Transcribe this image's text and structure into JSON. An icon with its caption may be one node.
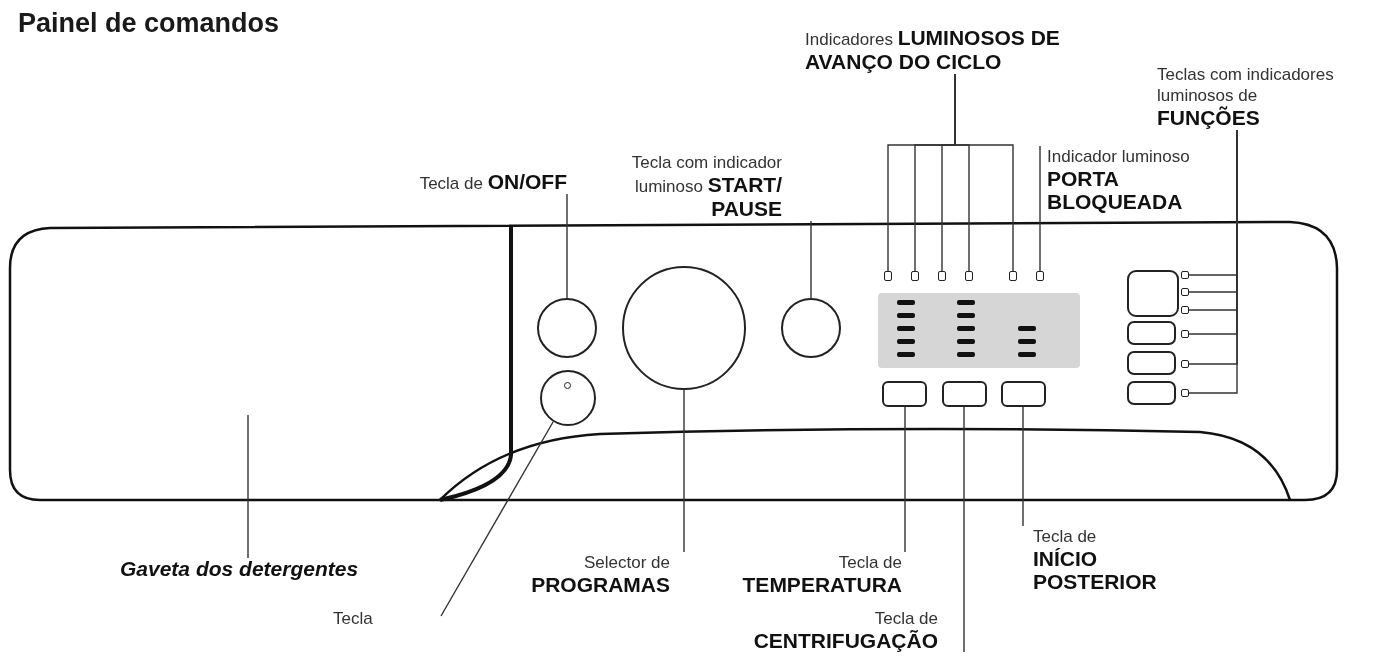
{
  "diagram": {
    "title": "Painel de comandos",
    "nodes": [
      {
        "text": [
          "Tecla de **ON/OFF**"
        ]
      },
      {
        "text": [
          "Tecla com indicador luminoso **START/ PAUSE**"
        ]
      },
      {
        "text": [
          "Indicadores **LUMINOSOS DE AVANÇO DO CICLO**"
        ]
      },
      {
        "text": [
          "Teclas com indicadores luminosos de **FUNÇÕES**"
        ]
      },
      {
        "text": [
          "Indicador luminoso **PORTA BLOQUEADA**"
        ]
      },
      {
        "text": [
          "Gaveta dos detergentes"
        ]
      },
      {
        "text": [
          "Tecla"
        ]
      },
      {
        "text": [
          "Selector de **PROGRAMAS**"
        ]
      },
      {
        "text": [
          "Tecla de **TEMPERATURA**"
        ]
      },
      {
        "text": [
          "Tecla de **CENTRIFUGAÇÃO**"
        ]
      },
      {
        "text": [
          "Tecla de **INÍCIO POSTERIOR**"
        ]
      },
      {
        "text": [],
        "shape": "circle"
      },
      {
        "text": [],
        "shape": "circle"
      },
      {
        "text": [],
        "shape": "circle"
      },
      {
        "text": [],
        "shape": "circle"
      },
      {
        "text": [],
        "shape": "box"
      },
      {
        "text": [],
        "shape": "box"
      },
      {
        "text": [],
        "shape": "box"
      },
      {
        "text": [],
        "shape": "box"
      },
      {
        "text": [],
        "shape": "box"
      },
      {
        "text": [],
        "shape": "box"
      },
      {
        "text": [],
        "shape": "box"
      },
      {
        "text": [],
        "shape": "box"
      },
      {
        "text": [],
        "shape": "box"
      },
      {
        "text": [],
        "shape": "box"
      },
      {
        "text": [],
        "shape": "box"
      },
      {
        "text": [],
        "shape": "box"
      },
      {
        "text": [],
        "shape": "box"
      },
      {
        "text": [],
        "shape": "box"
      },
      {
        "text": [],
        "shape": "box"
      }
    ],
    "edges": [
      {
        "from": 0,
        "to": 11,
        "arrow": "none"
      },
      {
        "from": 1,
        "to": 14,
        "arrow": "none"
      },
      {
        "from": 2,
        "to": 15,
        "arrow": "none"
      },
      {
        "from": 2,
        "to": 16,
        "arrow": "none"
      },
      {
        "from": 2,
        "to": 17,
        "arrow": "none"
      },
      {
        "from": 2,
        "to": 18,
        "arrow": "none"
      },
      {
        "from": 2,
        "to": 19,
        "arrow": "none"
      },
      {
        "from": 4,
        "to": 20,
        "arrow": "none"
      },
      {
        "from": 3,
        "to": 24,
        "arrow": "none"
      },
      {
        "from": 3,
        "to": 25,
        "arrow": "none"
      },
      {
        "from": 3,
        "to": 26,
        "arrow": "none"
      },
      {
        "from": 3,
        "to": 27,
        "arrow": "none"
      },
      {
        "from": 3,
        "to": 28,
        "arrow": "none"
      },
      {
        "from": 3,
        "to": 29,
        "arrow": "none"
      },
      {
        "from": 5,
        "to": null,
        "arrow": "none"
      },
      {
        "from": 6,
        "to": 12,
        "arrow": "none"
      },
      {
        "from": 7,
        "to": 13,
        "arrow": "none"
      },
      {
        "from": 8,
        "to": 21,
        "arrow": "none"
      },
      {
        "from": 9,
        "to": 22,
        "arrow": "none"
      },
      {
        "from": 10,
        "to": 23,
        "arrow": "none"
      }
    ]
  }
}
